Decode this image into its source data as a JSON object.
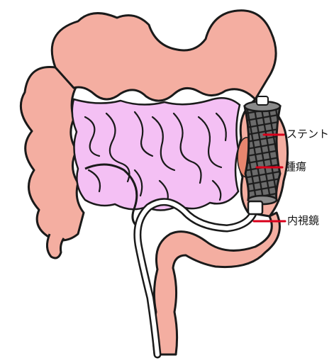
{
  "labels": {
    "stent": "ステント",
    "tumor": "腫瘍",
    "endoscope": "内視鏡"
  },
  "colors": {
    "colon": "#f4aea1",
    "colon_outline": "#1a1a1a",
    "small_intestine": "#f4c0f4",
    "tumor": "#e9856e",
    "stent_body": "#6b6b6b",
    "leader_line": "#d9001b",
    "background": "#ffffff"
  },
  "icons": {
    "stent": "mesh-stent-icon",
    "endoscope": "endoscope-tube-icon"
  }
}
